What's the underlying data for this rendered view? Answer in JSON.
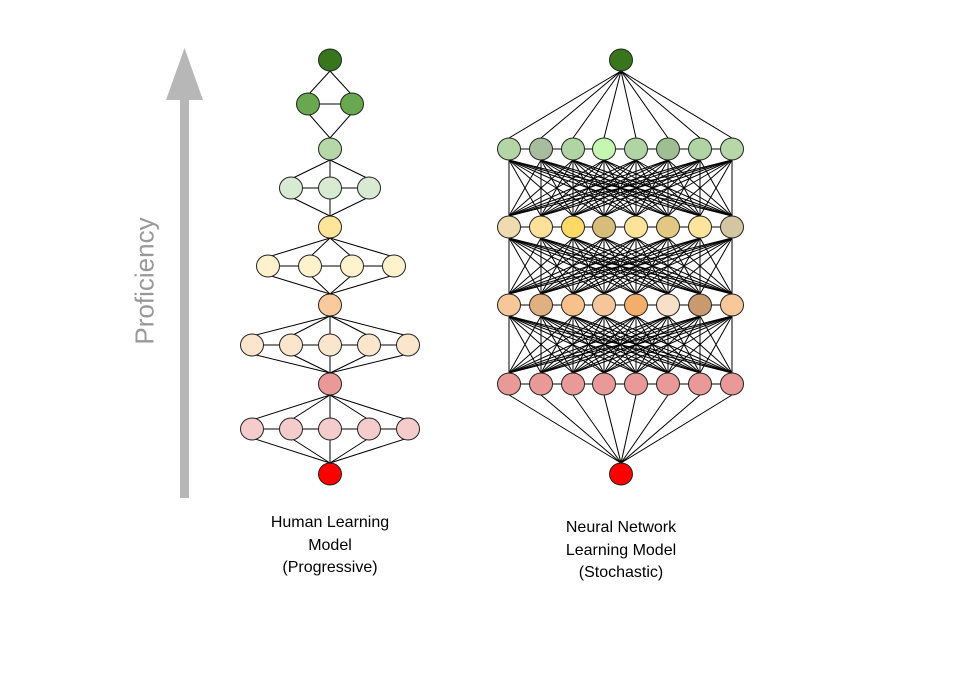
{
  "axis_label": "Proficiency",
  "human_model": {
    "label_lines": [
      "Human Learning",
      "Model",
      "(Progressive)"
    ],
    "layers_top_to_bottom": [
      [
        "#38761d"
      ],
      [
        "#6aa84f",
        "#6aa84f"
      ],
      [
        "#b6d7a8"
      ],
      [
        "#d9ead3",
        "#d9ead3",
        "#d9ead3"
      ],
      [
        "#ffe599"
      ],
      [
        "#fff2cc",
        "#fff2cc",
        "#fff2cc",
        "#fff2cc"
      ],
      [
        "#f9cb9c"
      ],
      [
        "#fce5cd",
        "#fce5cd",
        "#fce5cd",
        "#fce5cd",
        "#fce5cd"
      ],
      [
        "#ea9999"
      ],
      [
        "#f4cccc",
        "#f4cccc",
        "#f4cccc",
        "#f4cccc",
        "#f4cccc"
      ],
      [
        "#ff0000"
      ]
    ]
  },
  "neural_model": {
    "label_lines": [
      "Neural Network",
      "Learning Model",
      "(Stochastic)"
    ],
    "layers_top_to_bottom": [
      [
        "#38761d"
      ],
      [
        "#b4d5a6",
        "#a8bd9e",
        "#b0d4a3",
        "#c6f7b0",
        "#b0d4a3",
        "#9fbf92",
        "#b0d4a3",
        "#b6d7a8"
      ],
      [
        "#eedcb0",
        "#fde19a",
        "#ffd966",
        "#d8bc7a",
        "#fde29a",
        "#e3c884",
        "#fde49c",
        "#d4c6a0"
      ],
      [
        "#f7c79a",
        "#e0b080",
        "#f8c08a",
        "#f7c59a",
        "#f3ae6b",
        "#f8dfc7",
        "#c99a6e",
        "#f8c79a"
      ],
      [
        "#ea9999",
        "#ea9999",
        "#ea9999",
        "#ea9999",
        "#ea9999",
        "#ea9999",
        "#ea9999",
        "#ea9999"
      ],
      [
        "#ff0000"
      ]
    ]
  },
  "arrow_color": "#b7b7b7"
}
